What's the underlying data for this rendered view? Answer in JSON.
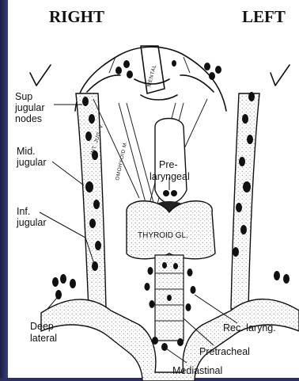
{
  "header": {
    "right": "RIGHT",
    "left": "LEFT"
  },
  "labels": {
    "sup_jugular": [
      "Sup",
      "jugular",
      "nodes"
    ],
    "mid_jugular": [
      "Mid.",
      "jugular"
    ],
    "inf_jugular": [
      "Inf.",
      "jugular"
    ],
    "deep_lateral": [
      "Deep",
      "lateral"
    ],
    "prelaryngeal": [
      "Pre-",
      "laryngeal"
    ],
    "thyroid": "THYROID GL.",
    "rec_laryng": "Rec. laryng.",
    "pretracheal": "Pretracheal",
    "mediastinal": "Mediastinal",
    "int_jug": "INT. JUG. V.",
    "omohyoid": "OMOHYOID M.",
    "mandible_label": "MENTAL"
  },
  "colors": {
    "ink": "#111111",
    "stipple": "#cfcfcf",
    "frame": "#2a2e60"
  }
}
